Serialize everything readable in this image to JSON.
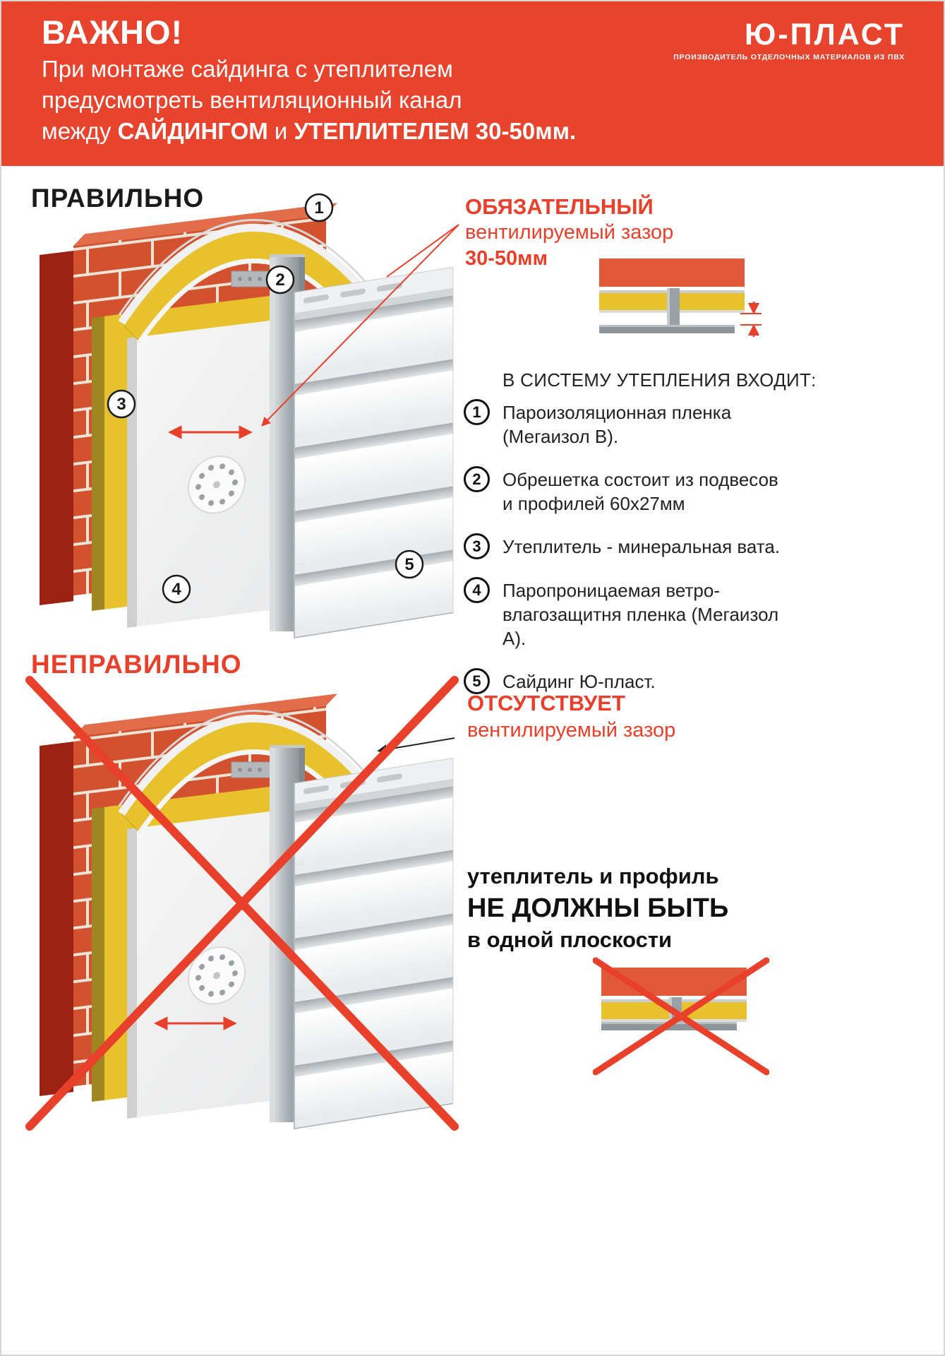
{
  "colors": {
    "accent_red": "#e8402b",
    "banner_red": "#e8432c",
    "brick_orange": "#d2512f",
    "insulation_yellow": "#e7c22c"
  },
  "header": {
    "important": "ВАЖНО!",
    "line1": "При монтаже сайдинга с утеплителем",
    "line2": "предусмотреть вентиляционный канал",
    "line3_part1": "между ",
    "line3_bold1": "САЙДИНГОМ",
    "line3_part2": " и ",
    "line3_bold2": "УТЕПЛИТЕЛЕМ 30-50мм.",
    "logo_text": "Ю-ПЛАСТ",
    "logo_tagline": "ПРОИЗВОДИТЕЛЬ ОТДЕЛОЧНЫХ МАТЕРИАЛОВ ИЗ ПВХ"
  },
  "correct": {
    "heading": "ПРАВИЛЬНО",
    "gap_note_line1": "ОБЯЗАТЕЛЬНЫЙ",
    "gap_note_line2": "вентилируемый зазор",
    "gap_note_line3": "30-50мм",
    "system_heading": "В СИСТЕМУ УТЕПЛЕНИЯ ВХОДИТ:",
    "items": [
      {
        "num": "1",
        "text": "Пароизоляционная пленка (Мегаизол В)."
      },
      {
        "num": "2",
        "text": "Обрешетка состоит из подвесов и профилей 60х27мм"
      },
      {
        "num": "3",
        "text": "Утеплитель - минеральная вата."
      },
      {
        "num": "4",
        "text": "Паропроницаемая ветро-влагозащитня пленка (Мегаизол А)."
      },
      {
        "num": "5",
        "text": "Сайдинг Ю-пласт."
      }
    ]
  },
  "incorrect": {
    "heading": "НЕПРАВИЛЬНО",
    "missing_line1": "ОТСУТСТВУЕТ",
    "missing_line2": "вентилируемый зазор",
    "warning_line1": "утеплитель и профиль",
    "warning_line2": "НЕ ДОЛЖНЫ БЫТЬ",
    "warning_line3": "в одной плоскости"
  },
  "diagram_labels": [
    "1",
    "2",
    "3",
    "4",
    "5"
  ]
}
